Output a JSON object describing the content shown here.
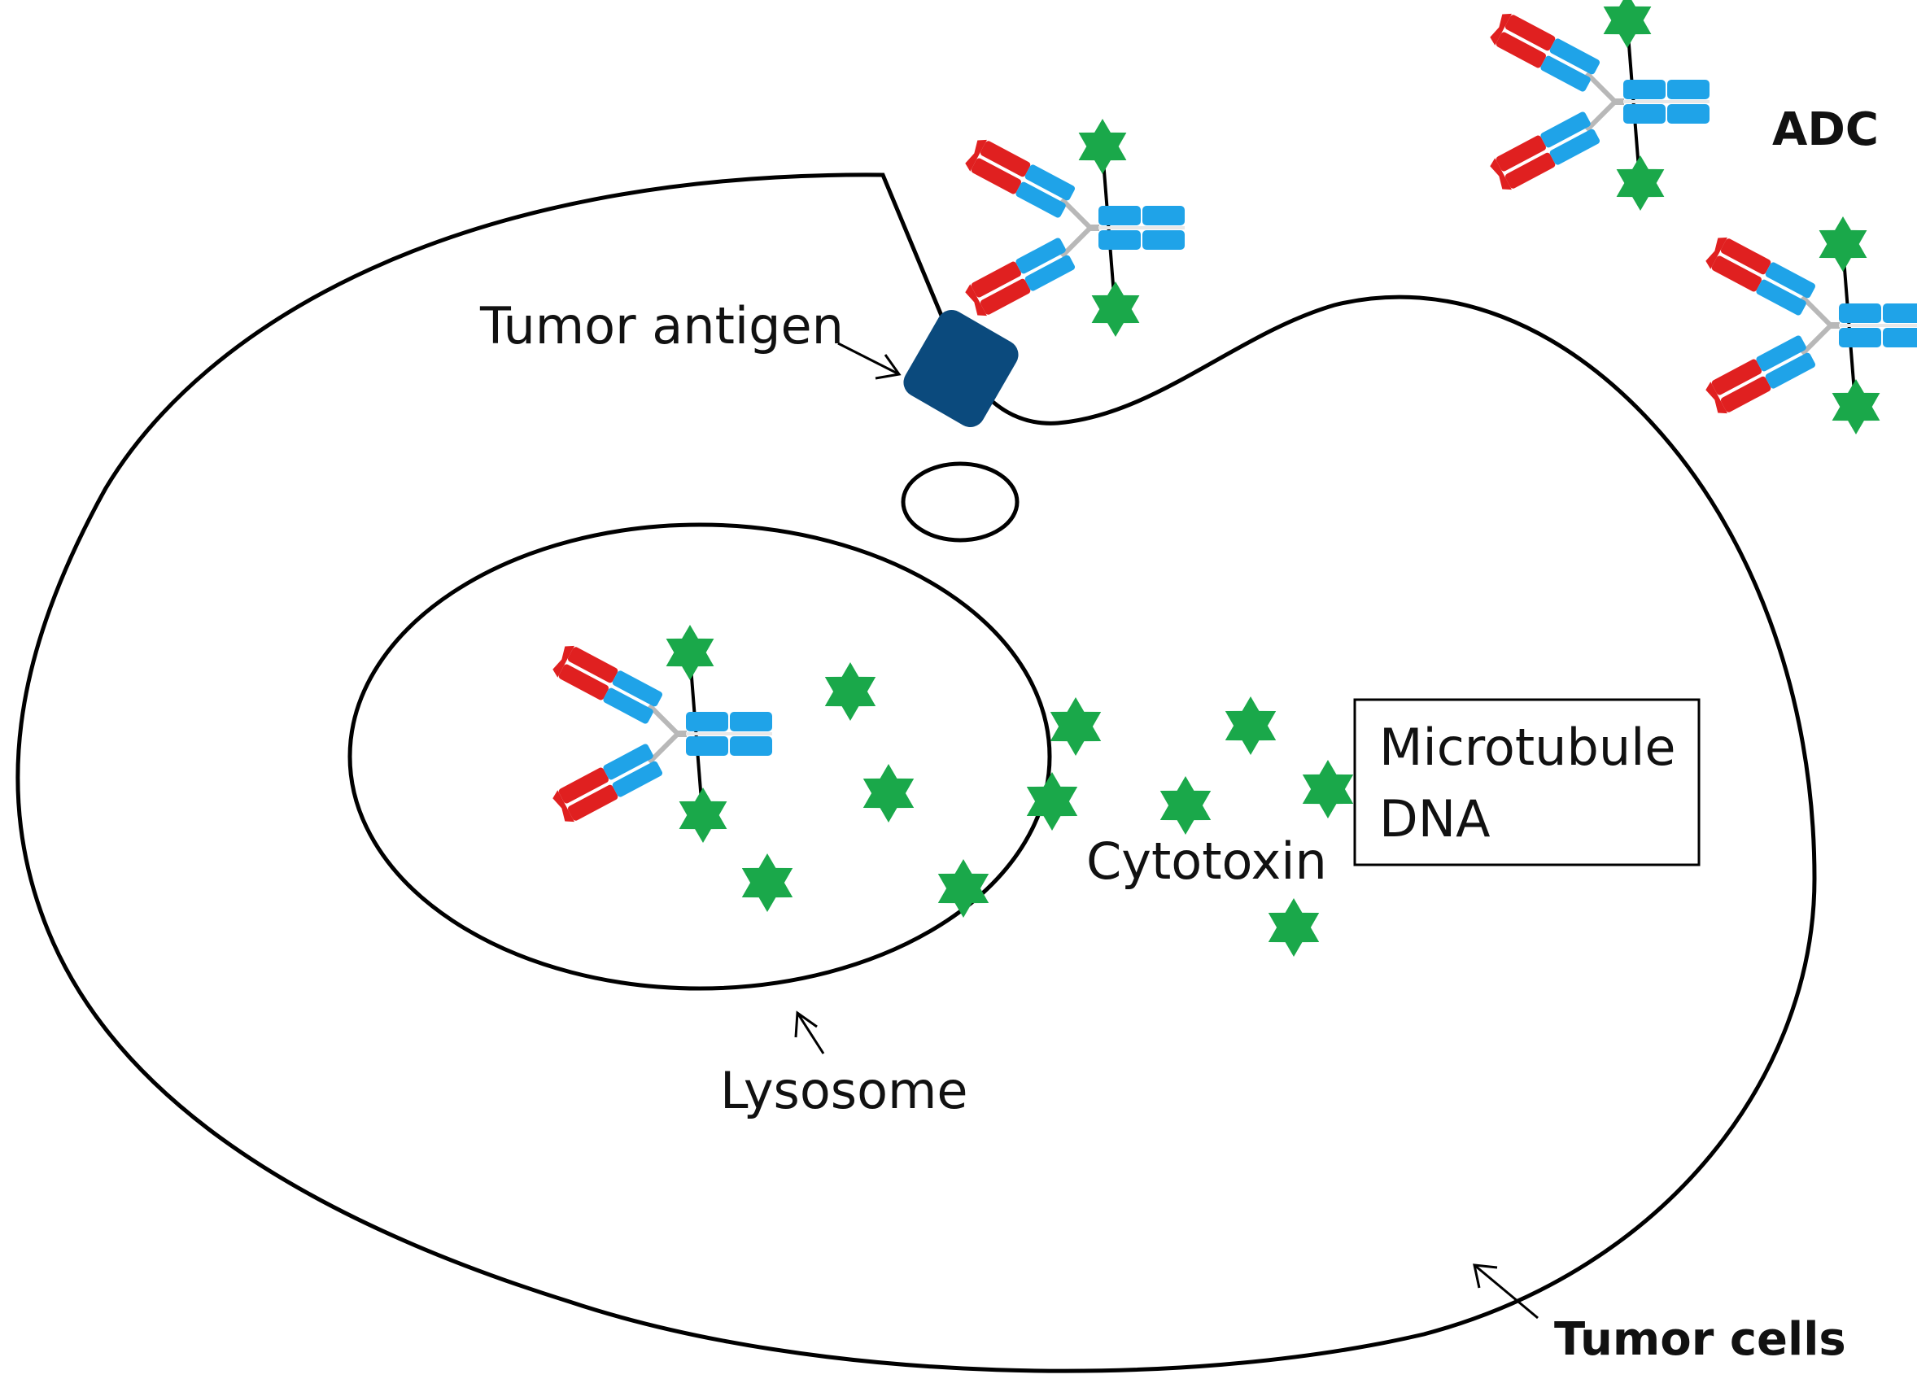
{
  "labels": {
    "adc": "ADC",
    "tumor_antigen": "Tumor antigen",
    "cytotoxin": "Cytotoxin",
    "lysosome": "Lysosome",
    "tumor_cells": "Tumor cells",
    "targets": [
      "Microtubule",
      "DNA"
    ]
  },
  "colors": {
    "outline": "#000000",
    "antigen": "#0b4a7d",
    "antibody_blue": "#1fa3e8",
    "antibody_red": "#e02020",
    "hinge": "#b8b8b8",
    "payload_star": "#1aa84a"
  }
}
